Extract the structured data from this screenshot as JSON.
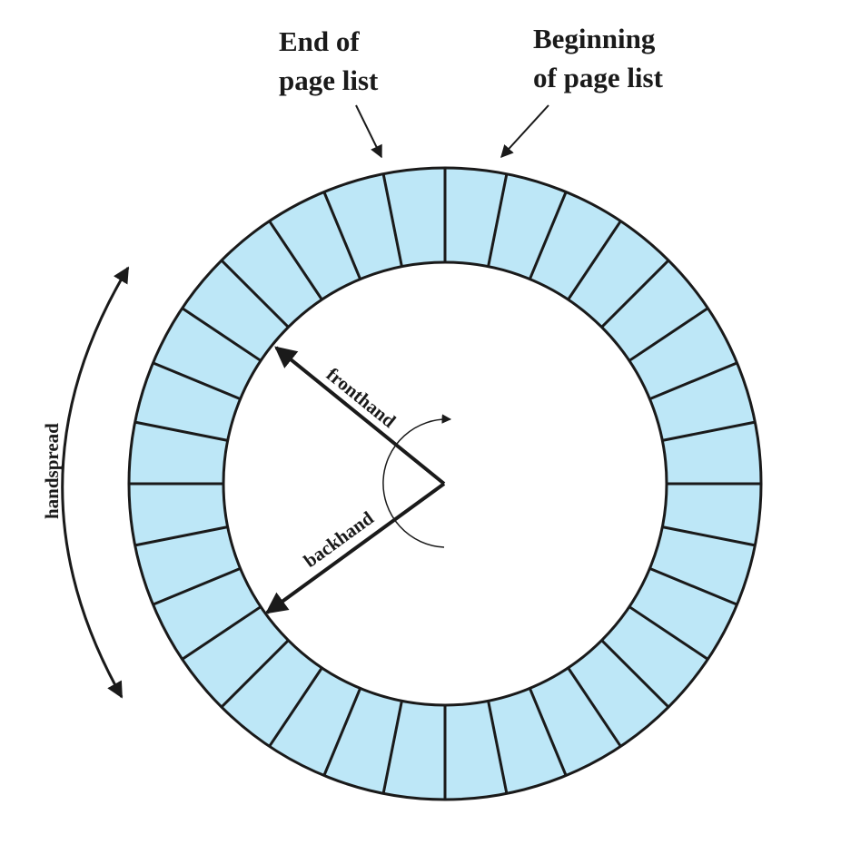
{
  "labels": {
    "end_line1": "End of",
    "end_line2": "page list",
    "begin_line1": "Beginning",
    "begin_line2": "of page list",
    "fronthand": "fronthand",
    "backhand": "backhand",
    "handspread": "handspread"
  },
  "ring": {
    "segment_count": 32,
    "fill_color": "#bde7f7",
    "stroke_color": "#1a1a1a"
  }
}
